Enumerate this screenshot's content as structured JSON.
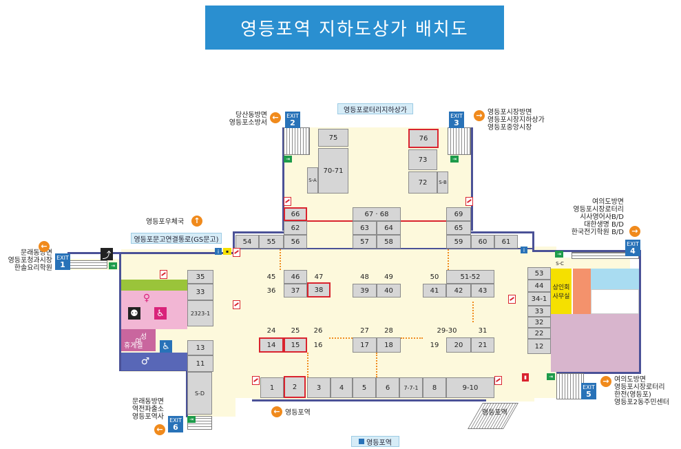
{
  "title": "영등포역 지하도상가 배치도",
  "top_label": "영등포로터리지하상가",
  "bottom_label": "영등포역",
  "exits": [
    {
      "id": "exit1",
      "label": "EXIT",
      "num": "1"
    },
    {
      "id": "exit2",
      "label": "EXIT",
      "num": "2"
    },
    {
      "id": "exit3",
      "label": "EXIT",
      "num": "3"
    },
    {
      "id": "exit4",
      "label": "EXIT",
      "num": "4"
    },
    {
      "id": "exit5",
      "label": "EXIT",
      "num": "5"
    },
    {
      "id": "exit6",
      "label": "EXIT",
      "num": "6"
    }
  ],
  "directions": {
    "exit1": [
      "문래동방면",
      "영등포청과시장",
      "한솔요리학원"
    ],
    "exit2": [
      "당산동방면",
      "영등포소방서"
    ],
    "exit3": [
      "영등포시장방면",
      "영등포시장지하상가",
      "영등포중앙시장"
    ],
    "exit4": [
      "여의도방면",
      "영등포시장로터리",
      "시사영어사B/D",
      "대한생명 B/D",
      "한국전기학원 B/D"
    ],
    "exit5": [
      "여의도방면",
      "영등포시장로터리",
      "한전(영등포)",
      "영등포2동주민센터"
    ],
    "exit6": [
      "문래동방면",
      "역전파출소",
      "영등포역사"
    ],
    "post_office": "영등포우체국",
    "gs_passage": "영등포문고연결통로(GS문고)",
    "station_bottom_left": "영등포역",
    "station_bottom_right": "영등포역"
  },
  "areas": {
    "rest_area": [
      "여",
      "성"
    ],
    "rest_area2": "휴게실",
    "merchants_office": [
      "상인회",
      "사무실"
    ]
  },
  "shops": {
    "s75": "75",
    "s76": "76",
    "s73": "73",
    "s72": "72",
    "s7071": "70-71",
    "sA": "S-A",
    "sB": "S-B",
    "s66": "66",
    "s62": "62",
    "s56": "56",
    "s55": "55",
    "s54": "54",
    "s6768": "67 · 68",
    "s63": "63",
    "s64": "64",
    "s57": "57",
    "s58": "58",
    "s69": "69",
    "s65": "65",
    "s59": "59",
    "s60": "60",
    "s61": "61",
    "s35": "35",
    "s33": "33",
    "s2323": "2323-1",
    "s13": "13",
    "s11": "11",
    "sD": "S-D",
    "s45": "45",
    "s46": "46",
    "s47": "47",
    "s36": "36",
    "s37": "37",
    "s38": "38",
    "s48": "48",
    "s49": "49",
    "s39": "39",
    "s40": "40",
    "s50": "50",
    "s5152": "51-52",
    "s41": "41",
    "s42": "42",
    "s43": "43",
    "s24": "24",
    "s25": "25",
    "s26": "26",
    "s14": "14",
    "s15": "15",
    "s16": "16",
    "s27": "27",
    "s28": "28",
    "s17": "17",
    "s18": "18",
    "s2930": "29-30",
    "s31": "31",
    "s19": "19",
    "s20": "20",
    "s21": "21",
    "s53": "53",
    "s44": "44",
    "s341": "34-1",
    "s33b": "33",
    "s32": "32",
    "s22": "22",
    "s12": "12",
    "sC": "S-C",
    "s1": "1",
    "s2": "2",
    "s3": "3",
    "s4": "4",
    "s5": "5",
    "s6": "6",
    "s771": "7-7-1",
    "s8": "8",
    "s910": "9-10"
  }
}
